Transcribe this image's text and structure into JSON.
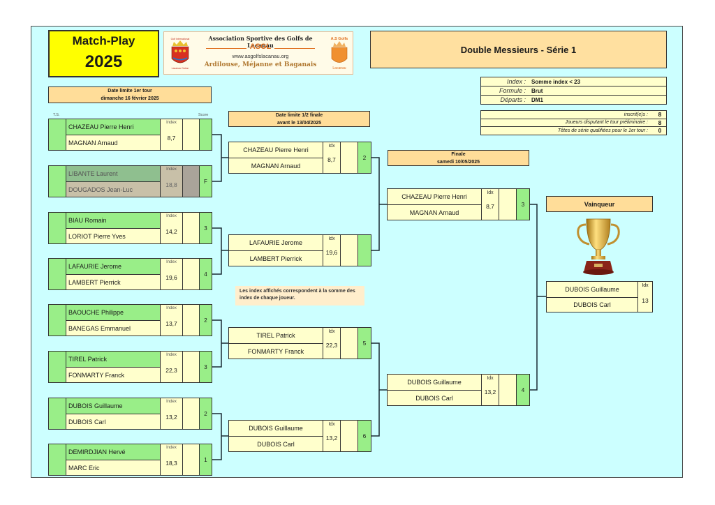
{
  "header": {
    "title_line1": "Match-Play",
    "title_line2": "2025",
    "event": "Double Messieurs - Série 1"
  },
  "logo": {
    "association": "Association Sportive des Golfs de Lacanau",
    "acronym": "ASGL",
    "website": "www.asgolfslacanau.org",
    "courses": "Ardilouse, Méjanne et Baganais",
    "left_crest_caption": "Golf International Lacanau Océan",
    "right_crest_caption_top": "A.S Golfs",
    "right_crest_caption_bottom": "Lacanau"
  },
  "info": [
    {
      "label": "Index :",
      "value": "Somme index < 23"
    },
    {
      "label": "Formule :",
      "value": "Brut"
    },
    {
      "label": "Départs :",
      "value": "DM1"
    }
  ],
  "stats": [
    {
      "label": "inscrit(e)s :",
      "value": "8"
    },
    {
      "label": "Joueurs disputant le tour préliminaire :",
      "value": "8"
    },
    {
      "label": "Têtes de série qualifiées pour le 1er tour :",
      "value": "0"
    }
  ],
  "deadlines": {
    "round1": {
      "line1": "Date limite 1er tour",
      "line2": "dimanche 16 février 2025"
    },
    "semi": {
      "line1": "Date limite 1/2 finale",
      "line2": "avant le 13/04/2025"
    },
    "final": {
      "line1": "Finale",
      "line2": "samedi 10/05/2025"
    }
  },
  "column_labels": {
    "ts": "T.S.",
    "score": "Score",
    "index": "Index",
    "idx": "Idx"
  },
  "note": "Les index affichés correspondent à la somme des index de chaque joueur.",
  "round1": [
    {
      "player1": "CHAZEAU  Pierre Henri",
      "player2": "MAGNAN  Arnaud",
      "index": "8,7",
      "score": ""
    },
    {
      "player1": "LIBANTE Laurent",
      "player2": "DOUGADOS Jean-Luc",
      "index": "18,8",
      "score": "F",
      "forfeit": true
    },
    {
      "player1": "BIAU  Romain",
      "player2": "LORIOT  Pierre Yves",
      "index": "14,2",
      "score": "3"
    },
    {
      "player1": "LAFAURIE  Jerome",
      "player2": "LAMBERT  Pierrick",
      "index": "19,6",
      "score": "4"
    },
    {
      "player1": "BAOUCHE  Philippe",
      "player2": "BANEGAS  Emmanuel",
      "index": "13,7",
      "score": "2"
    },
    {
      "player1": "TIREL  Patrick",
      "player2": "FONMARTY  Franck",
      "index": "22,3",
      "score": "3"
    },
    {
      "player1": "DUBOIS  Guillaume",
      "player2": "DUBOIS  Carl",
      "index": "13,2",
      "score": "2"
    },
    {
      "player1": "DEMIRDJIAN Hervé",
      "player2": "MARC Eric",
      "index": "18,3",
      "score": "1"
    }
  ],
  "semis": [
    {
      "player1": "CHAZEAU  Pierre Henri",
      "player2": "MAGNAN  Arnaud",
      "index": "8,7",
      "score": "2"
    },
    {
      "player1": "LAFAURIE  Jerome",
      "player2": "LAMBERT  Pierrick",
      "index": "19,6",
      "score": ""
    },
    {
      "player1": "TIREL  Patrick",
      "player2": "FONMARTY  Franck",
      "index": "22,3",
      "score": "5"
    },
    {
      "player1": "DUBOIS  Guillaume",
      "player2": "DUBOIS  Carl",
      "index": "13,2",
      "score": "6"
    }
  ],
  "finals": [
    {
      "player1": "CHAZEAU  Pierre Henri",
      "player2": "MAGNAN  Arnaud",
      "index": "8,7",
      "score": "3"
    },
    {
      "player1": "DUBOIS  Guillaume",
      "player2": "DUBOIS  Carl",
      "index": "13,2",
      "score": "4"
    }
  ],
  "winner": {
    "label": "Vainqueur",
    "player1": "DUBOIS  Guillaume",
    "player2": "DUBOIS  Carl",
    "index": "13",
    "icon": "trophy-icon"
  },
  "colors": {
    "background": "#ccffff",
    "title_yellow": "#ffff00",
    "header_orange": "#ffe0a0",
    "cell_green": "#99ee88",
    "cell_cream": "#ffffcc"
  }
}
